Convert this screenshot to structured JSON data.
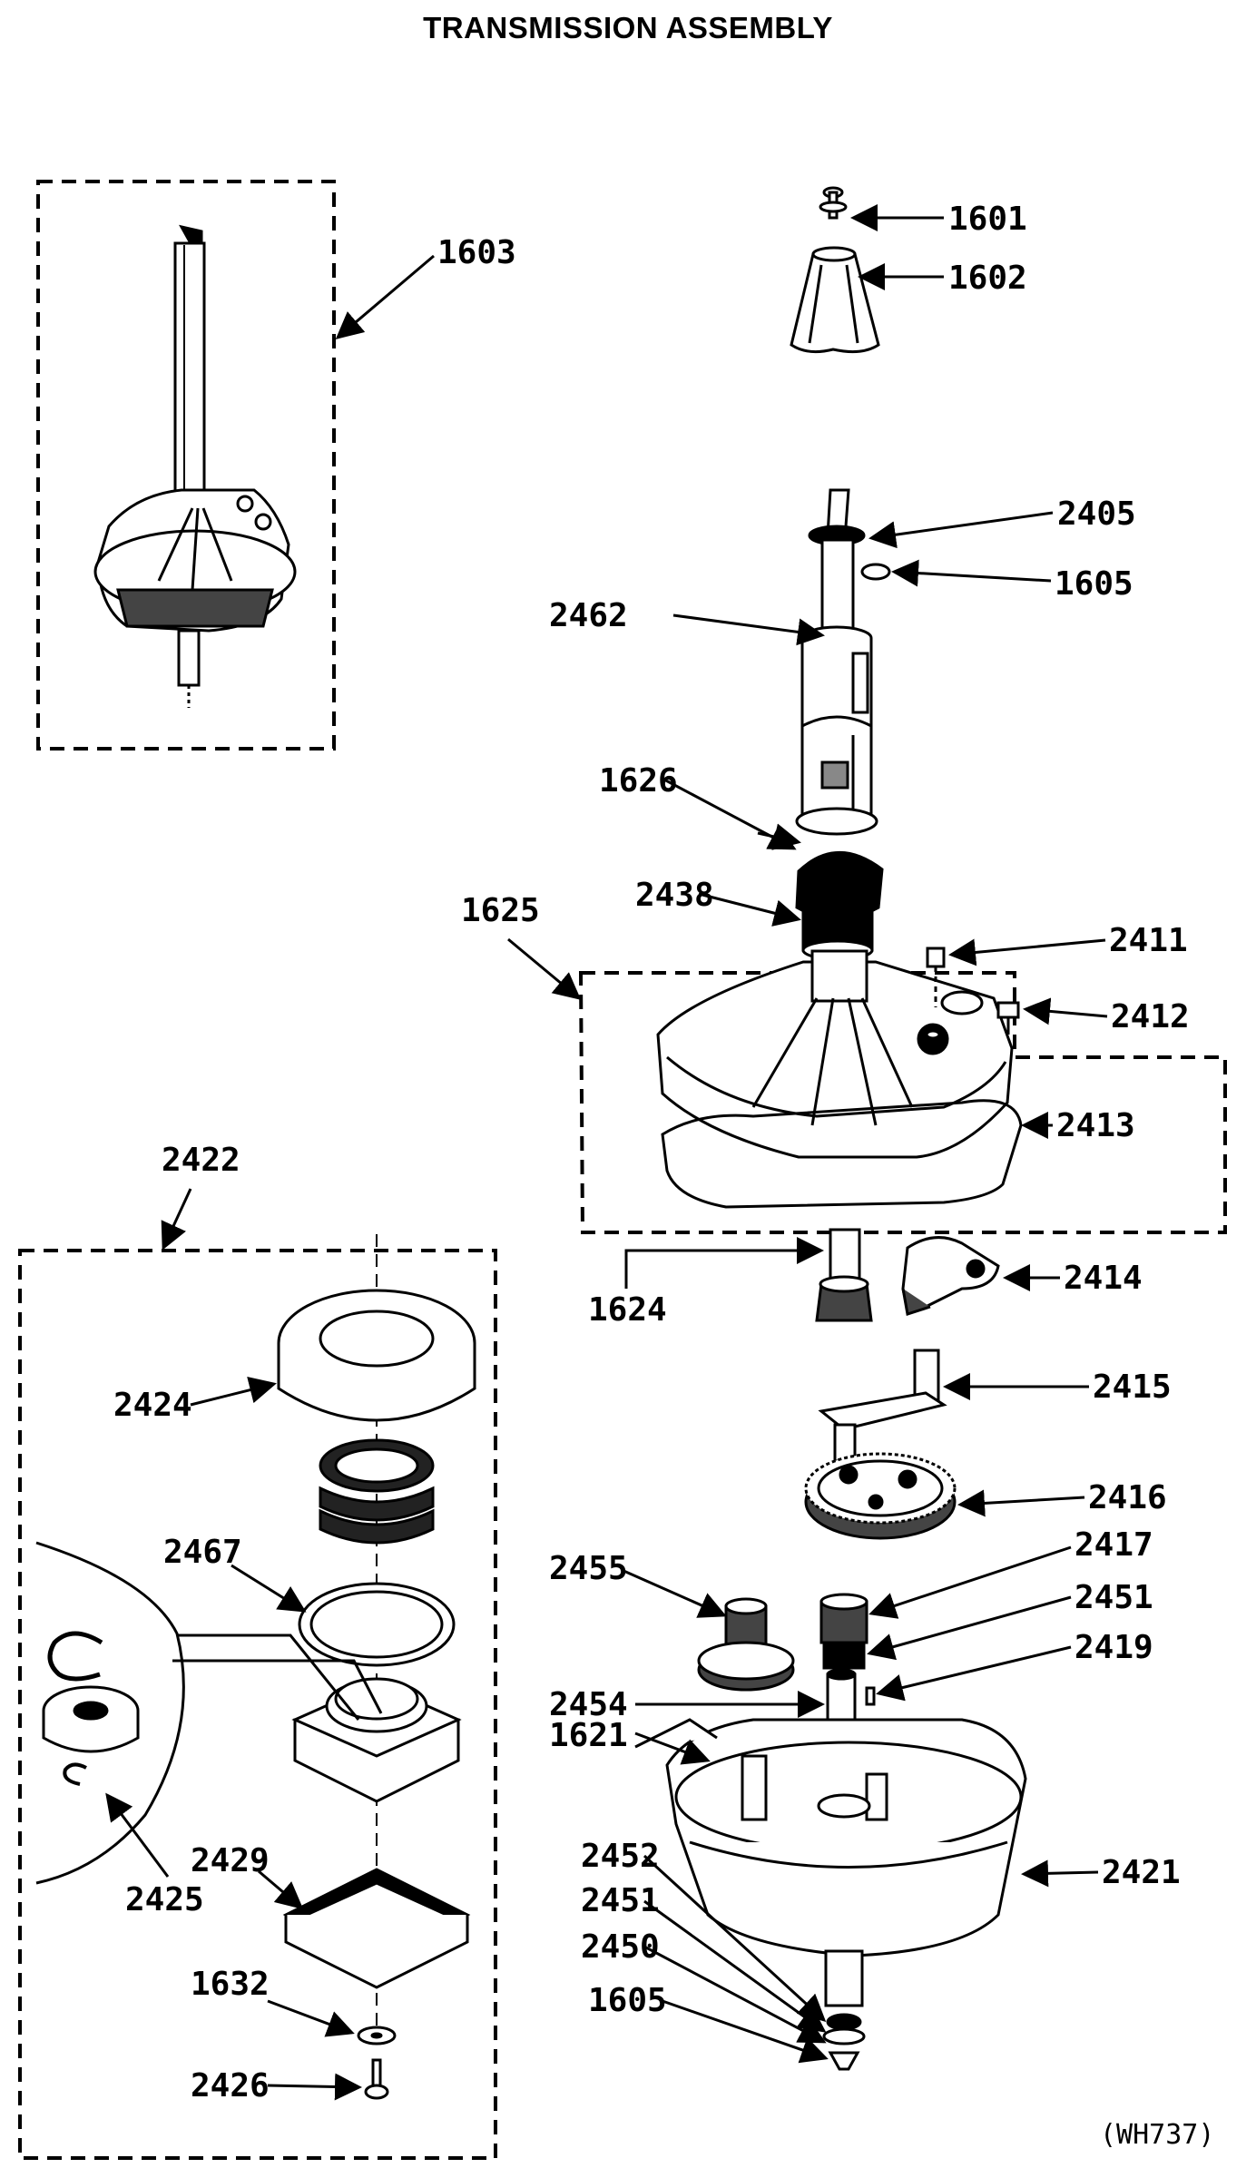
{
  "title": "TRANSMISSION ASSEMBLY",
  "drawing_code": "(WH737)",
  "parts": {
    "p1601": "1601",
    "p1602": "1602",
    "p1603": "1603",
    "p1605a": "1605",
    "p1605b": "1605",
    "p1621": "1621",
    "p1624": "1624",
    "p1625": "1625",
    "p1626": "1626",
    "p1632": "1632",
    "p2405": "2405",
    "p2411": "2411",
    "p2412": "2412",
    "p2413": "2413",
    "p2414": "2414",
    "p2415": "2415",
    "p2416": "2416",
    "p2417": "2417",
    "p2419": "2419",
    "p2421": "2421",
    "p2422": "2422",
    "p2424": "2424",
    "p2425": "2425",
    "p2426": "2426",
    "p2429": "2429",
    "p2438": "2438",
    "p2450": "2450",
    "p2451a": "2451",
    "p2451b": "2451",
    "p2452": "2452",
    "p2454": "2454",
    "p2455": "2455",
    "p2462": "2462",
    "p2467": "2467"
  },
  "colors": {
    "ink": "#000000",
    "paper": "#ffffff",
    "shade": "#555555"
  }
}
